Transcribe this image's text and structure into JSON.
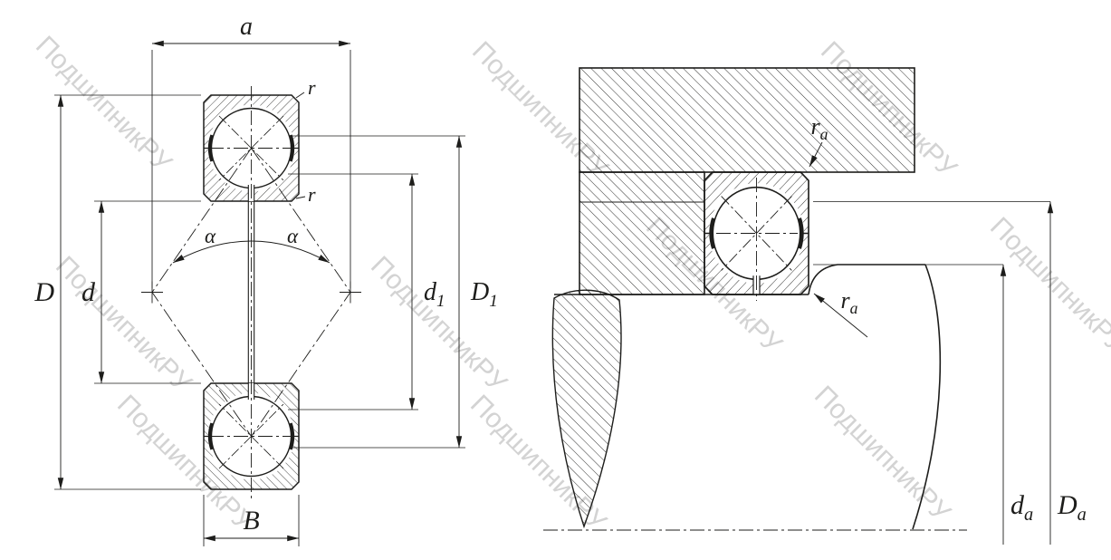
{
  "colors": {
    "line": "#1d1d1b",
    "hatch": "#1d1d1b",
    "watermark": "#c7c7c7",
    "background": "#ffffff"
  },
  "watermark": {
    "text": "ПодшипникРУ"
  },
  "left_view": {
    "dim_a": "a",
    "r_outer": "r",
    "r_inner": "r",
    "alpha_left": "α",
    "alpha_right": "α",
    "dim_D": "D",
    "dim_d": "d",
    "d1": {
      "base": "d",
      "sub": "1"
    },
    "D1": {
      "base": "D",
      "sub": "1"
    },
    "dim_B": "B"
  },
  "right_view": {
    "ra_top": {
      "base": "r",
      "sub": "a"
    },
    "ra_bottom": {
      "base": "r",
      "sub": "a"
    },
    "da": {
      "base": "d",
      "sub": "a"
    },
    "Da": {
      "base": "D",
      "sub": "a"
    }
  }
}
